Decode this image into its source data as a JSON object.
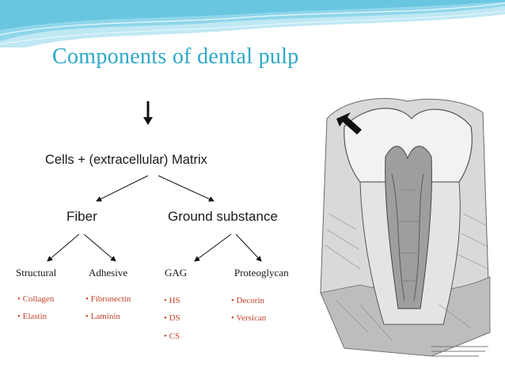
{
  "slide": {
    "title": "Components of dental pulp",
    "root": "Cells + (extracellular) Matrix",
    "branches": [
      {
        "label": "Fiber",
        "children": [
          {
            "label": "Structural",
            "items": [
              "• Collagen",
              "• Elastin"
            ]
          },
          {
            "label": "Adhesive",
            "items": [
              "• Fibronectin",
              "• Laminin"
            ]
          }
        ]
      },
      {
        "label": "Ground substance",
        "children": [
          {
            "label": "GAG",
            "items": [
              "• HS",
              "• DS",
              "• CS"
            ]
          },
          {
            "label": "Proteoglycan",
            "items": [
              "• Decorin",
              "• Versican"
            ]
          }
        ]
      }
    ]
  },
  "colors": {
    "title": "#2da8c9",
    "bullets": "#c0442b",
    "header_band": "#7fd0e6"
  }
}
